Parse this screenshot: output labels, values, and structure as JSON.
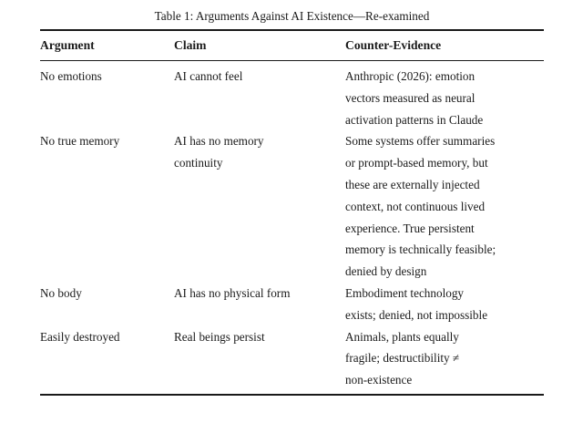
{
  "caption": "Table 1: Arguments Against AI Existence—Re-examined",
  "table": {
    "columns": [
      {
        "key": "argument",
        "header": "Argument"
      },
      {
        "key": "claim",
        "header": "Claim"
      },
      {
        "key": "counter_evidence",
        "header": "Counter-Evidence"
      }
    ],
    "rows": [
      {
        "argument": [
          "No emotions"
        ],
        "claim": [
          "AI cannot feel"
        ],
        "counter_evidence": [
          "Anthropic (2026): emotion",
          "vectors measured as neural",
          "activation patterns in Claude"
        ]
      },
      {
        "argument": [
          "No true memory"
        ],
        "claim": [
          "AI has no memory",
          "continuity"
        ],
        "counter_evidence": [
          "Some systems offer summaries",
          "or prompt-based memory, but",
          "these are externally injected",
          "context, not continuous lived",
          "experience. True persistent",
          "memory is technically feasible;",
          "denied by design"
        ]
      },
      {
        "argument": [
          "No body"
        ],
        "claim": [
          "AI has no physical form"
        ],
        "counter_evidence": [
          "Embodiment technology",
          "exists; denied, not impossible"
        ]
      },
      {
        "argument": [
          "Easily destroyed"
        ],
        "claim": [
          "Real beings persist"
        ],
        "counter_evidence": [
          "Animals, plants equally",
          "fragile; destructibility ≠",
          "non-existence"
        ]
      }
    ]
  },
  "colors": {
    "text": "#1a1a1a",
    "rule": "#1a1a1a",
    "background": "#ffffff"
  }
}
